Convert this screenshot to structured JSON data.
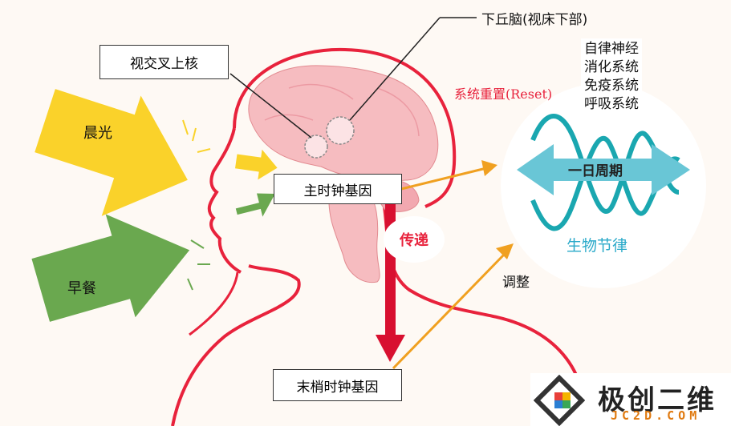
{
  "labels": {
    "hypothalamus": "下丘脑(视床下部)",
    "scn": "视交叉上核",
    "reset": "系统重置(Reset)",
    "morning_light": "晨光",
    "breakfast": "早餐",
    "master_clock": "主时钟基因",
    "transmit": "传递",
    "adjust": "调整",
    "peripheral_clock": "末梢时钟基因",
    "daily_cycle": "一日周期",
    "biorhythm": "生物节律"
  },
  "systems": [
    "自律神经",
    "消化系统",
    "免疫系统",
    "呼吸系统"
  ],
  "logo": {
    "name": "极创二维",
    "domain": "JC2D.COM"
  },
  "colors": {
    "head_outline": "#e8223c",
    "brain_fill": "#f6bcc0",
    "reset_text": "#e8223c",
    "transmit_text": "#e8223c",
    "light_arrow": "#fad22a",
    "food_arrow": "#6aa84f",
    "orange_arrow": "#f0a020",
    "wave": "#1aa7b0",
    "cycle_arrow": "#69c6d6",
    "biorhythm_text": "#29a9c9",
    "background": "#fef9f4"
  }
}
